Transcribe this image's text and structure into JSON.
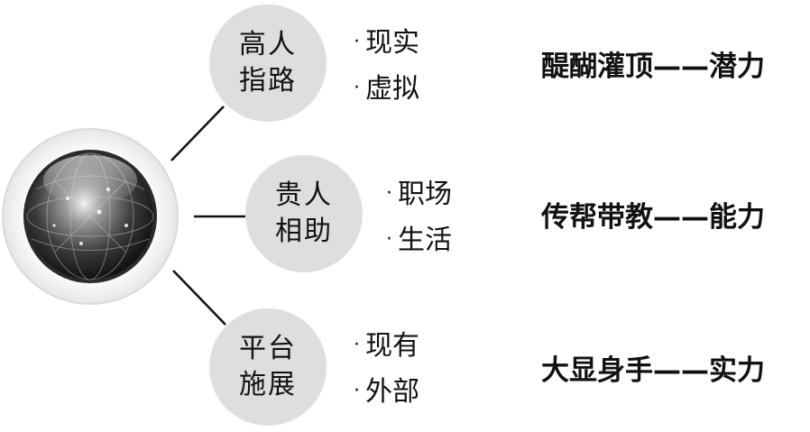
{
  "rows": [
    {
      "title_line1": "高人",
      "title_line2": "指路",
      "items": [
        "现实",
        "虚拟"
      ],
      "result": "醍醐灌顶——潜力"
    },
    {
      "title_line1": "贵人",
      "title_line2": "相助",
      "items": [
        "职场",
        "生活"
      ],
      "result": "传帮带教——能力"
    },
    {
      "title_line1": "平台",
      "title_line2": "施展",
      "items": [
        "现有",
        "外部"
      ],
      "result": "大显身手——实力"
    }
  ],
  "bullet_symbol": "·"
}
